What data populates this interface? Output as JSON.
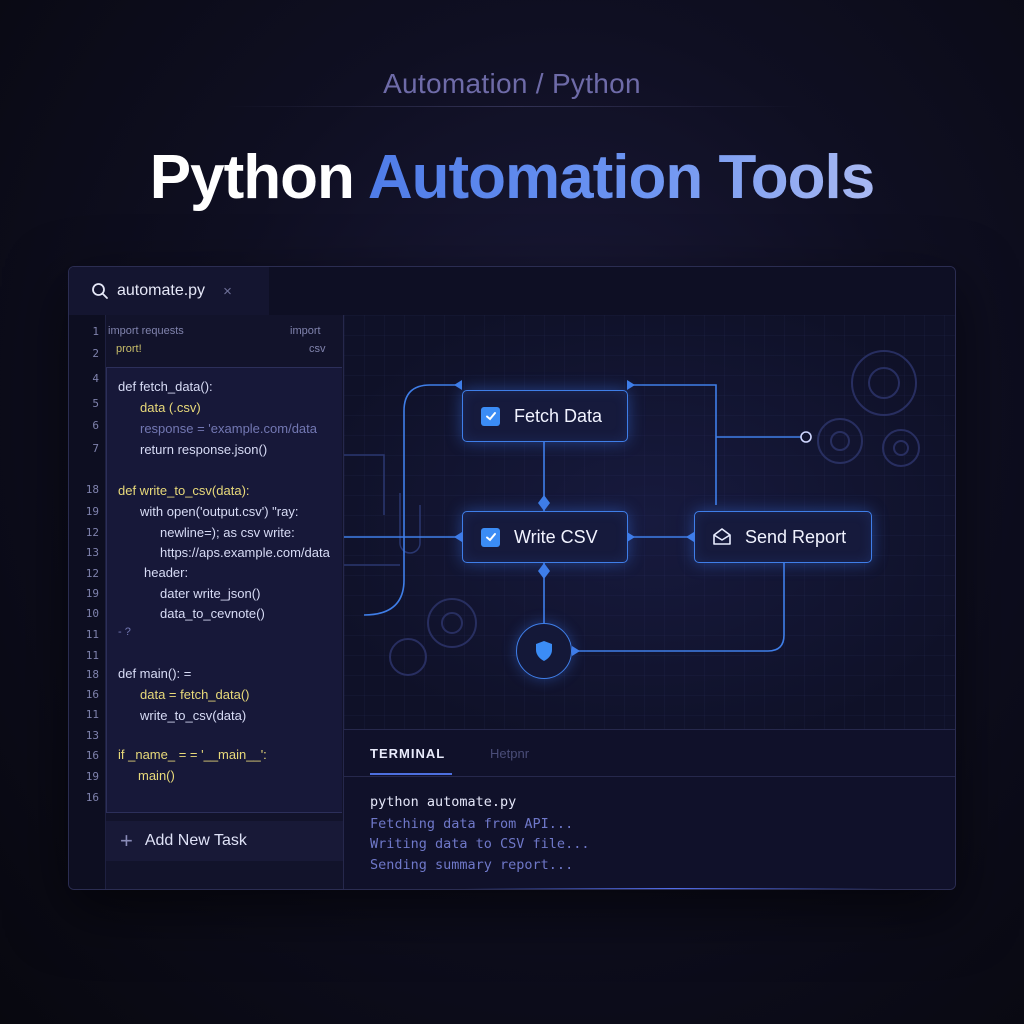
{
  "header": {
    "breadcrumb": "Automation / Python",
    "title_part1": "Python",
    "title_part2": "Automation Tools"
  },
  "editor": {
    "tab": {
      "filename": "automate.py",
      "close_glyph": "×",
      "icon": "search-icon"
    },
    "line_numbers": [
      "1",
      "2",
      "4",
      "5",
      "6",
      "7",
      "18",
      "19",
      "12",
      "13",
      "12",
      "19",
      "10",
      "11",
      "11",
      "18",
      "16",
      "11",
      "13",
      "16",
      "19",
      "16"
    ],
    "code_lines": [
      {
        "text": "import requests",
        "style": "dim"
      },
      {
        "text": "import",
        "style": "dim"
      },
      {
        "text": "prort!",
        "style": "dim-y"
      },
      {
        "text": "csv",
        "style": "dim"
      },
      {
        "text": "def fetch_data():",
        "style": "normal"
      },
      {
        "text": "data (.csv)",
        "style": "y"
      },
      {
        "text": "response = 'example.com/data",
        "style": "muted"
      },
      {
        "text": "return response.json()",
        "style": "normal"
      },
      {
        "text": "def write_to_csv(data):",
        "style": "y"
      },
      {
        "text": "with open('output.csv') \"ray:",
        "style": "normal"
      },
      {
        "text": "newline=); as csv write:",
        "style": "normal"
      },
      {
        "text": "https://aps.example.com/data",
        "style": "normal"
      },
      {
        "text": "header:",
        "style": "normal"
      },
      {
        "text": "dater write_json()",
        "style": "normal"
      },
      {
        "text": "data_to_cevnote()",
        "style": "normal"
      },
      {
        "text": "- ?",
        "style": "muted"
      },
      {
        "text": "def main(): =",
        "style": "normal"
      },
      {
        "text": "data = fetch_data()",
        "style": "y"
      },
      {
        "text": "write_to_csv(data)",
        "style": "normal"
      },
      {
        "text": "if _name_ = = '__main__':",
        "style": "y"
      },
      {
        "text": "main()",
        "style": "y"
      }
    ],
    "add_task_label": "Add New Task"
  },
  "workflow": {
    "nodes": [
      {
        "id": "fetch",
        "label": "Fetch Data",
        "icon": "checkbox-icon"
      },
      {
        "id": "write",
        "label": "Write CSV",
        "icon": "checkbox-icon"
      },
      {
        "id": "report",
        "label": "Send Report",
        "icon": "mail-icon"
      },
      {
        "id": "shield",
        "label": "",
        "icon": "shield-icon"
      }
    ],
    "accent": "#3f7ee8"
  },
  "terminal": {
    "tabs": [
      "TERMINAL",
      "Hetpnr"
    ],
    "active_tab": "TERMINAL",
    "lines": [
      {
        "text": "python automate.py",
        "kind": "cmd"
      },
      {
        "text": "Fetching data from API...",
        "kind": "out"
      },
      {
        "text": "Writing data to CSV file...",
        "kind": "out"
      },
      {
        "text": "Sending summary report...",
        "kind": "out"
      }
    ]
  }
}
